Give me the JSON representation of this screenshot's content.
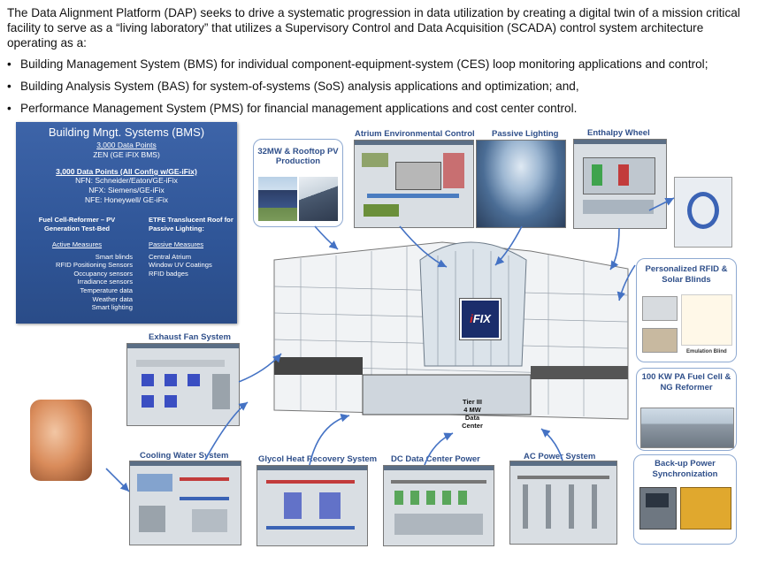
{
  "intro": "The Data Alignment Platform (DAP) seeks to drive a systematic progression in data utilization by creating a digital twin of a mission critical facility to serve as a “living laboratory” that utilizes a Supervisory Control and Data Acquisition (SCADA) control system architecture operating as a:",
  "bullets": [
    "Building Management System (BMS) for individual component-equipment-system (CES) loop monitoring applications and control;",
    "Building Analysis System (BAS) for system-of-systems (SoS) analysis applications and optimization; and,",
    "Performance Management System (PMS) for financial management applications and cost center control."
  ],
  "bms": {
    "title": "Building Mngt. Systems (BMS)",
    "points": "3,000 Data Points",
    "zen": "ZEN (GE iFIX BMS)",
    "points2": "3,000 Data Points (All Config w/GE-iFix)",
    "nfn": "NFN: Schneider/Eaton/GE-iFix",
    "nfx": "NFX: Siemens/GE-iFix",
    "nfe": "NFE: Honeywell/ GE-iFix",
    "left_head": "Fuel Cell-Reformer – PV Generation Test-Bed",
    "right_head": "ETFE Translucent Roof for Passive Lighting:",
    "active_title": "Active Measures",
    "active": [
      "Smart blinds",
      "RFID Positioning Sensors",
      "Occupancy sensors",
      "Irradiance sensors",
      "Temperature data",
      "Weather data",
      "Smart lighting"
    ],
    "passive_title": "Passive Measures",
    "passive": [
      "Central Atrium",
      "Window UV Coatings",
      "RFID badges"
    ]
  },
  "panels": {
    "pv": "32MW & Rooftop PV Production",
    "atrium": "Atrium Environmental Control",
    "passive": "Passive Lighting",
    "enthalpy": "Enthalpy Wheel",
    "rfid": "Personalized RFID & Solar Blinds",
    "fuel": "100 KW PA Fuel Cell & NG Reformer",
    "backup": "Back-up Power Synchronization",
    "exhaust": "Exhaust Fan System",
    "cooling": "Cooling Water System",
    "glycol": "Glycol Heat Recovery System",
    "dc": "DC Data Center Power",
    "ac": "AC Power System"
  },
  "building": {
    "ifix_i": "i",
    "ifix": "FIX",
    "tier": [
      "Tier III",
      "4 MW",
      "Data",
      "Center"
    ]
  },
  "rfid_caption": "Emulation Blind",
  "colors": {
    "bms_blue": "#2f5597",
    "title_blue": "#2f4f8a",
    "panel_border": "#8ea9d1",
    "arrow": "#4472c4"
  }
}
